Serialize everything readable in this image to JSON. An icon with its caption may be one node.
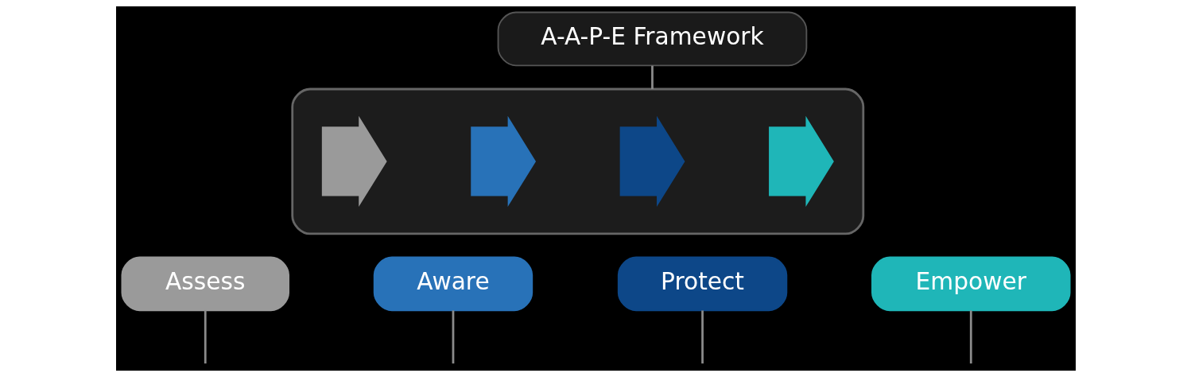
{
  "diagram": {
    "nodes": [
      {
        "text": [
          "A-A-P-E Framework"
        ]
      },
      {
        "text": [],
        "shape": "box"
      },
      {
        "text": [],
        "shape": "chevron",
        "in": 1
      },
      {
        "text": [],
        "shape": "chevron",
        "in": 1
      },
      {
        "text": [],
        "shape": "chevron",
        "in": 1
      },
      {
        "text": [],
        "shape": "chevron",
        "in": 1
      },
      {
        "text": [
          "Assess"
        ]
      },
      {
        "text": [
          "Aware"
        ]
      },
      {
        "text": [
          "Protect"
        ]
      },
      {
        "text": [
          "Empower"
        ]
      }
    ],
    "edges": [
      {
        "from": 0,
        "to": 1,
        "arrow": "none"
      },
      {
        "from": 6,
        "to": null,
        "arrow": "none"
      },
      {
        "from": 7,
        "to": null,
        "arrow": "none"
      },
      {
        "from": 8,
        "to": null,
        "arrow": "none"
      },
      {
        "from": 9,
        "to": null,
        "arrow": "none"
      }
    ]
  }
}
